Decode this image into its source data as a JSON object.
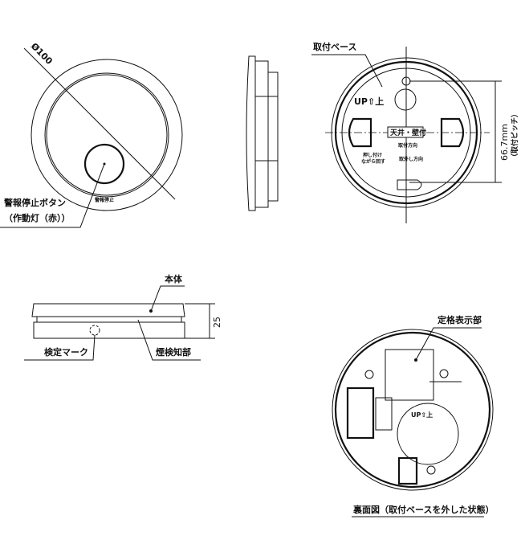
{
  "front_view": {
    "diameter_label": "Ø100",
    "button_text": "警報停止",
    "button_label_line1": "警報停止ボタン",
    "button_label_line2": "（作動灯（赤））"
  },
  "base_view": {
    "title": "取付ベース",
    "up_mark": "UP⇧上",
    "ceiling_wall": "天井・壁付",
    "push_text_1": "押し付け",
    "push_text_2": "ながら回す",
    "attach_dir": "取付方向",
    "remove_dir": "取外し方向",
    "pitch_value": "66.7mm",
    "pitch_label": "（取付ピッチ）"
  },
  "side_view": {
    "body_label": "本体",
    "height_value": "25",
    "cert_mark_label": "検定マーク",
    "smoke_sensor_label": "煙検知部"
  },
  "back_view": {
    "rating_label": "定格表示部",
    "up_mark": "UP⇧上",
    "caption": "裏面図（取付ベースを外した状態）"
  }
}
